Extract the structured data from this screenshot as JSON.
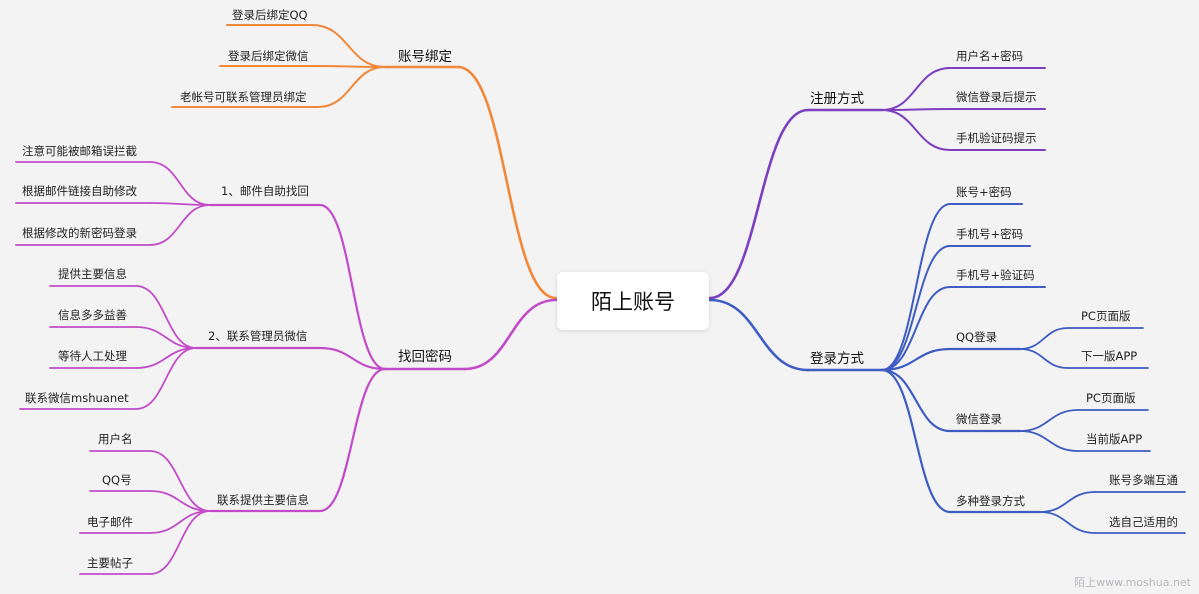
{
  "center": "陌上账号",
  "watermark": "陌上www.moshua.net",
  "colors": {
    "binding": "#f0883a",
    "recover": "#c24cc8",
    "register": "#7b3fbf",
    "login": "#3e5cc1",
    "background": "#f3f3f4"
  },
  "branches": {
    "binding": {
      "label": "账号绑定",
      "children": [
        "登录后绑定QQ",
        "登录后绑定微信",
        "老帐号可联系管理员绑定"
      ]
    },
    "recover": {
      "label": "找回密码",
      "groups": [
        {
          "label": "1、邮件自助找回",
          "children": [
            "注意可能被邮箱误拦截",
            "根据邮件链接自助修改",
            "根据修改的新密码登录"
          ]
        },
        {
          "label": "2、联系管理员微信",
          "children": [
            "提供主要信息",
            "信息多多益善",
            "等待人工处理",
            "联系微信mshuanet"
          ]
        },
        {
          "label": "联系提供主要信息",
          "children": [
            "用户名",
            "QQ号",
            "电子邮件",
            "主要帖子"
          ]
        }
      ]
    },
    "register": {
      "label": "注册方式",
      "children": [
        "用户名+密码",
        "微信登录后提示",
        "手机验证码提示"
      ]
    },
    "login": {
      "label": "登录方式",
      "children": [
        "账号+密码",
        "手机号+密码",
        "手机号+验证码"
      ],
      "groups": [
        {
          "label": "QQ登录",
          "children": [
            "PC页面版",
            "下一版APP"
          ]
        },
        {
          "label": "微信登录",
          "children": [
            "PC页面版",
            "当前版APP"
          ]
        },
        {
          "label": "多种登录方式",
          "children": [
            "账号多端互通",
            "选自己适用的"
          ]
        }
      ]
    }
  }
}
